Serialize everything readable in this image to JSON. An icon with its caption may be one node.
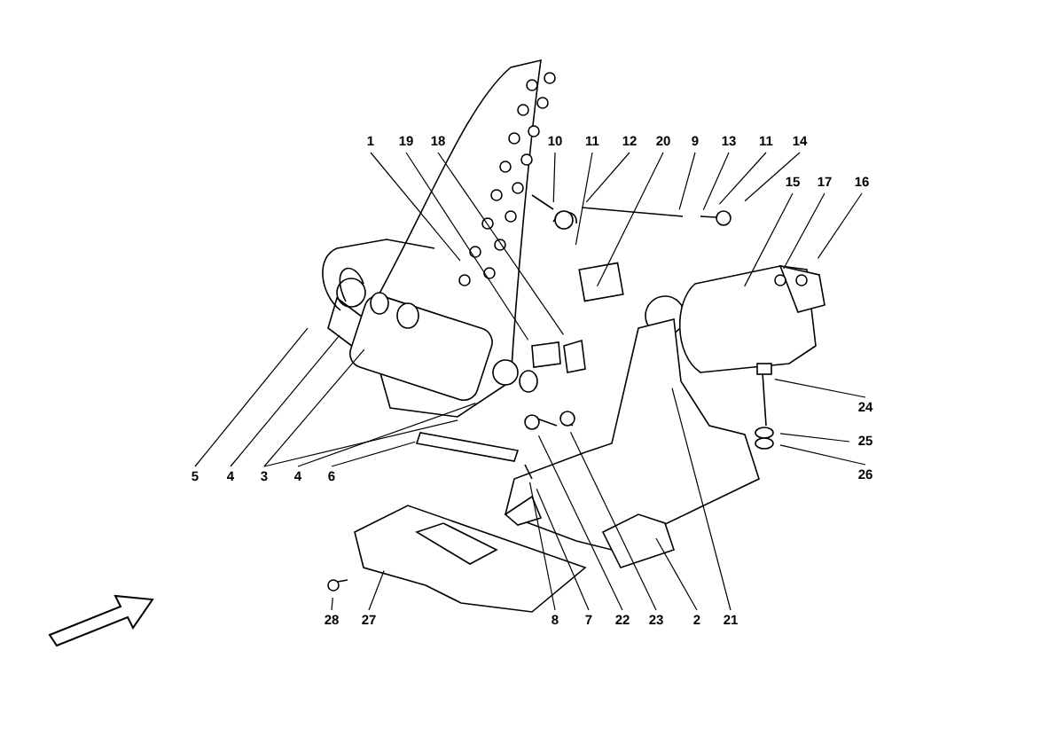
{
  "diagram": {
    "nodes": [
      {
        "text": [
          "1"
        ]
      },
      {
        "text": [
          "19"
        ]
      },
      {
        "text": [
          "18"
        ]
      },
      {
        "text": [
          "10"
        ]
      },
      {
        "text": [
          "11"
        ]
      },
      {
        "text": [
          "12"
        ]
      },
      {
        "text": [
          "20"
        ]
      },
      {
        "text": [
          "9"
        ]
      },
      {
        "text": [
          "13"
        ]
      },
      {
        "text": [
          "11"
        ]
      },
      {
        "text": [
          "14"
        ]
      },
      {
        "text": [
          "15"
        ]
      },
      {
        "text": [
          "17"
        ]
      },
      {
        "text": [
          "16"
        ]
      },
      {
        "text": [
          "24"
        ]
      },
      {
        "text": [
          "25"
        ]
      },
      {
        "text": [
          "26"
        ]
      },
      {
        "text": [
          "5"
        ]
      },
      {
        "text": [
          "4"
        ]
      },
      {
        "text": [
          "3"
        ]
      },
      {
        "text": [
          "4"
        ]
      },
      {
        "text": [
          "6"
        ]
      },
      {
        "text": [
          "28"
        ]
      },
      {
        "text": [
          "27"
        ]
      },
      {
        "text": [
          "8"
        ]
      },
      {
        "text": [
          "7"
        ]
      },
      {
        "text": [
          "22"
        ]
      },
      {
        "text": [
          "23"
        ]
      },
      {
        "text": [
          "2"
        ]
      },
      {
        "text": [
          "21"
        ]
      }
    ],
    "edges": [
      {
        "from": 0,
        "to": null,
        "arrow": "none"
      },
      {
        "from": 1,
        "to": null,
        "arrow": "none"
      },
      {
        "from": 2,
        "to": null,
        "arrow": "none"
      },
      {
        "from": 3,
        "to": null,
        "arrow": "none"
      },
      {
        "from": 4,
        "to": null,
        "arrow": "none"
      },
      {
        "from": 5,
        "to": null,
        "arrow": "none"
      },
      {
        "from": 6,
        "to": null,
        "arrow": "none"
      },
      {
        "from": 7,
        "to": null,
        "arrow": "none"
      },
      {
        "from": 8,
        "to": null,
        "arrow": "none"
      },
      {
        "from": 9,
        "to": null,
        "arrow": "none"
      },
      {
        "from": 10,
        "to": null,
        "arrow": "none"
      },
      {
        "from": 11,
        "to": null,
        "arrow": "none"
      },
      {
        "from": 12,
        "to": null,
        "arrow": "none"
      },
      {
        "from": 13,
        "to": null,
        "arrow": "none"
      },
      {
        "from": 14,
        "to": null,
        "arrow": "none"
      },
      {
        "from": 15,
        "to": null,
        "arrow": "none"
      },
      {
        "from": 16,
        "to": null,
        "arrow": "none"
      },
      {
        "from": 17,
        "to": null,
        "arrow": "none"
      },
      {
        "from": 18,
        "to": null,
        "arrow": "none"
      },
      {
        "from": 19,
        "to": null,
        "arrow": "none"
      },
      {
        "from": 19,
        "to": null,
        "arrow": "none"
      },
      {
        "from": 20,
        "to": null,
        "arrow": "none"
      },
      {
        "from": 21,
        "to": null,
        "arrow": "none"
      },
      {
        "from": 22,
        "to": null,
        "arrow": "none"
      },
      {
        "from": 23,
        "to": null,
        "arrow": "none"
      },
      {
        "from": 24,
        "to": null,
        "arrow": "none"
      },
      {
        "from": 25,
        "to": null,
        "arrow": "none"
      },
      {
        "from": 26,
        "to": null,
        "arrow": "none"
      },
      {
        "from": 27,
        "to": null,
        "arrow": "none"
      },
      {
        "from": 28,
        "to": null,
        "arrow": "none"
      },
      {
        "from": 29,
        "to": null,
        "arrow": "none"
      }
    ]
  }
}
